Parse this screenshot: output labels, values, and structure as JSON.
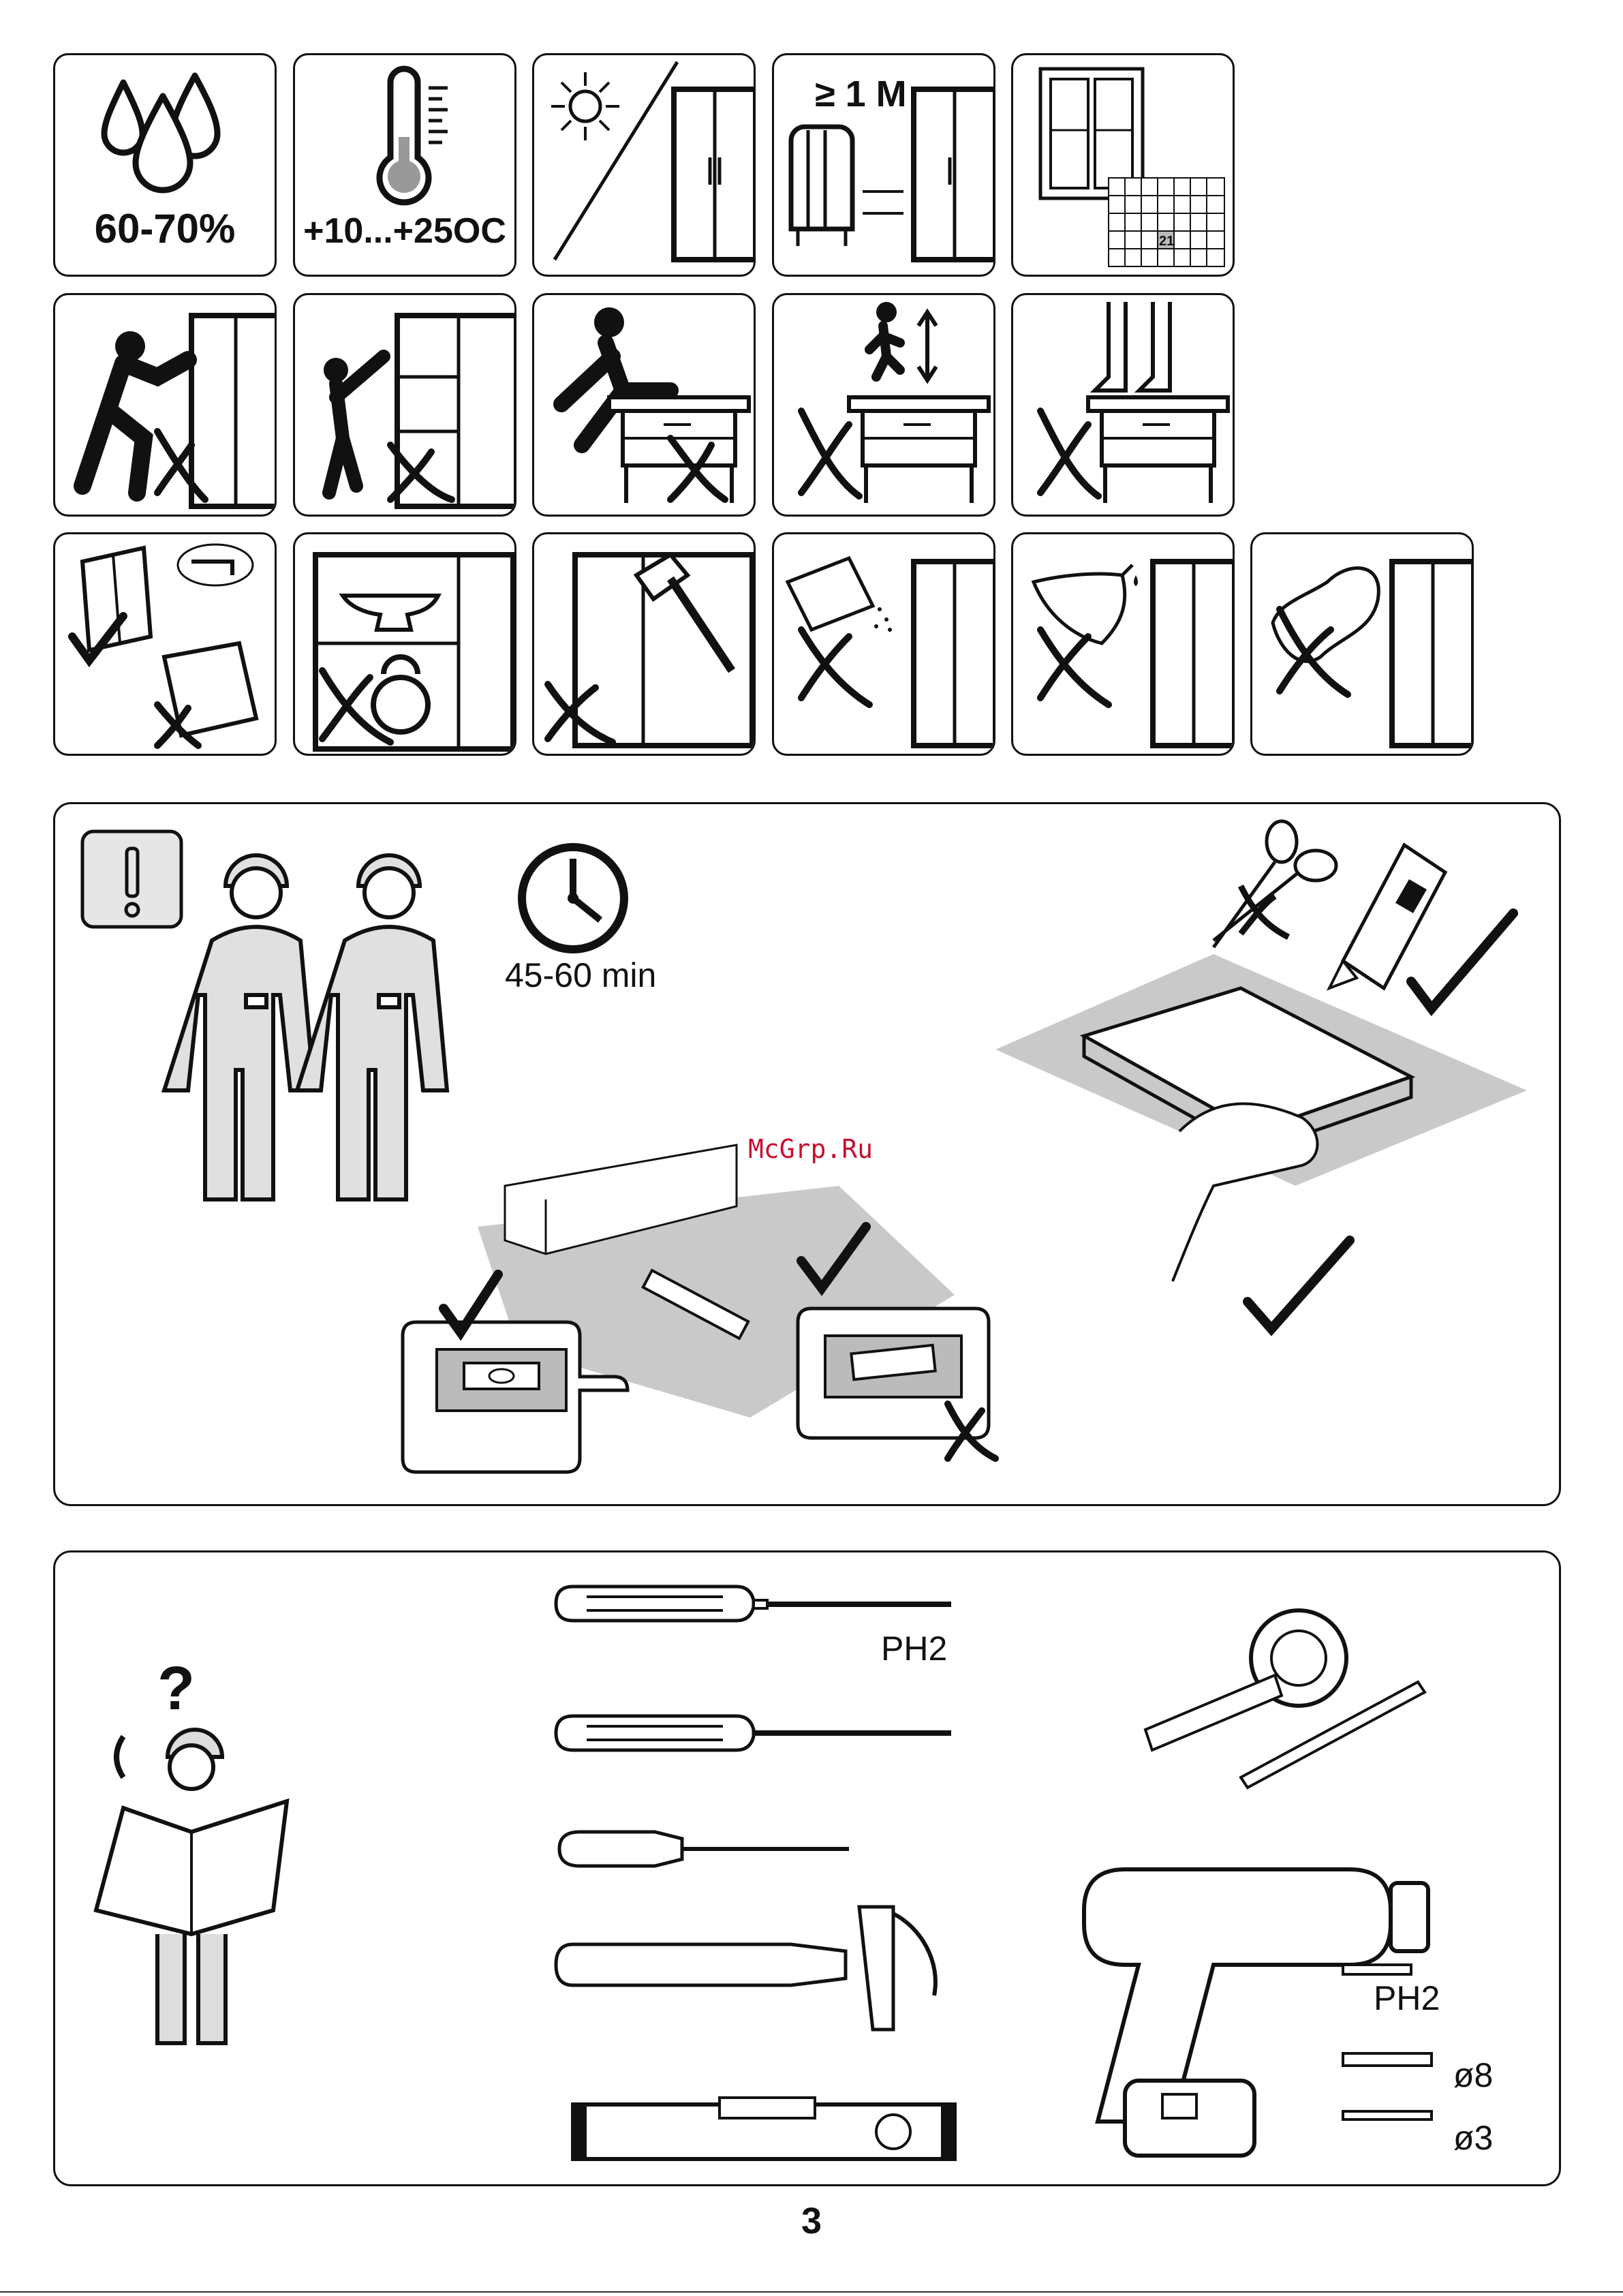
{
  "page": {
    "page_number": "3",
    "watermark": "McGrp.Ru"
  },
  "conditions": {
    "humidity": "60-70%",
    "temperature": "+10...+25OC",
    "distance": "≥ 1 M",
    "calendar_day": "21"
  },
  "tiles": [
    {
      "id": "humidity",
      "icon": "water-drops-icon"
    },
    {
      "id": "temperature",
      "icon": "thermometer-icon"
    },
    {
      "id": "no-sunlight",
      "icon": "sun-icon"
    },
    {
      "id": "heater-distance",
      "icon": "radiator-icon"
    },
    {
      "id": "ventilate-21-days",
      "icon": "window-calendar-icon"
    },
    {
      "id": "do-not-push",
      "icon": "pushing-person-icon"
    },
    {
      "id": "do-not-climb-cabinet",
      "icon": "climbing-person-icon"
    },
    {
      "id": "do-not-sit",
      "icon": "sitting-person-icon"
    },
    {
      "id": "do-not-jump",
      "icon": "jumping-person-icon"
    },
    {
      "id": "do-not-stand",
      "icon": "standing-feet-icon"
    },
    {
      "id": "wall-mount-required",
      "icon": "wall-bracket-icon"
    },
    {
      "id": "no-heavy-load",
      "icon": "anvil-kettlebell-icon"
    },
    {
      "id": "no-impact",
      "icon": "hammer-icon"
    },
    {
      "id": "no-abrasive",
      "icon": "abrasive-sponge-icon"
    },
    {
      "id": "no-solvents",
      "icon": "liquid-pour-icon"
    },
    {
      "id": "no-wet-cloth",
      "icon": "cloth-icon"
    }
  ],
  "preparation": {
    "warning_icon": "exclamation-icon",
    "people_count": "2",
    "duration": "45-60 min"
  },
  "tools": {
    "screwdriver_ph2": "PH2",
    "bit_ph2": "PH2",
    "drill_8": "ø8",
    "drill_3": "ø3"
  }
}
